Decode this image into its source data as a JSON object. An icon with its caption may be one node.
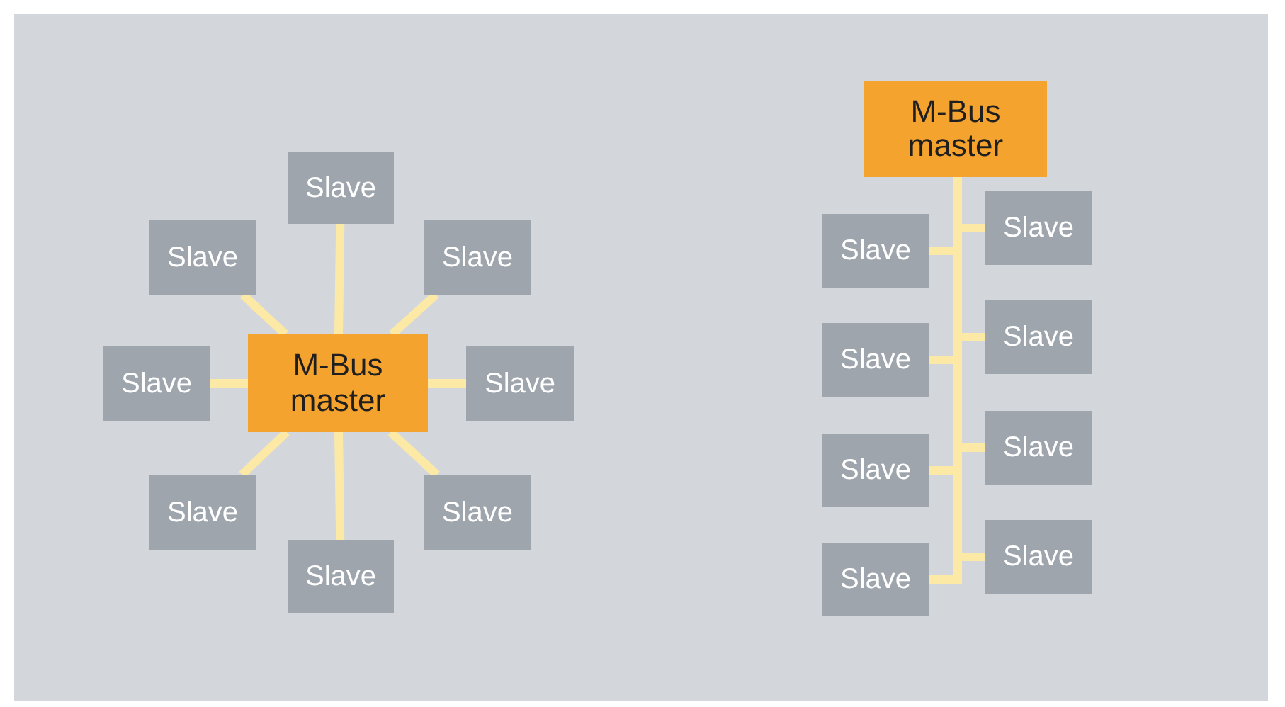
{
  "diagram": {
    "nodes": [
      {
        "text": [
          "M-Bus master"
        ]
      },
      {
        "text": [
          "Slave"
        ]
      },
      {
        "text": [
          "Slave"
        ]
      },
      {
        "text": [
          "Slave"
        ]
      },
      {
        "text": [
          "Slave"
        ]
      },
      {
        "text": [
          "Slave"
        ]
      },
      {
        "text": [
          "Slave"
        ]
      },
      {
        "text": [
          "Slave"
        ]
      },
      {
        "text": [
          "Slave"
        ]
      },
      {
        "text": [
          "M-Bus master"
        ]
      },
      {
        "text": [
          "Slave"
        ]
      },
      {
        "text": [
          "Slave"
        ]
      },
      {
        "text": [
          "Slave"
        ]
      },
      {
        "text": [
          "Slave"
        ]
      },
      {
        "text": [
          "Slave"
        ]
      },
      {
        "text": [
          "Slave"
        ]
      },
      {
        "text": [
          "Slave"
        ]
      },
      {
        "text": [
          "Slave"
        ]
      }
    ],
    "edges": [
      {
        "from": 0,
        "to": 1,
        "arrow": "none"
      },
      {
        "from": 0,
        "to": 2,
        "arrow": "none"
      },
      {
        "from": 0,
        "to": 3,
        "arrow": "none"
      },
      {
        "from": 0,
        "to": 4,
        "arrow": "none"
      },
      {
        "from": 0,
        "to": 5,
        "arrow": "none"
      },
      {
        "from": 0,
        "to": 6,
        "arrow": "none"
      },
      {
        "from": 0,
        "to": 7,
        "arrow": "none"
      },
      {
        "from": 0,
        "to": 8,
        "arrow": "none"
      },
      {
        "from": 9,
        "to": 10,
        "arrow": "none"
      },
      {
        "from": 9,
        "to": 11,
        "arrow": "none"
      },
      {
        "from": 9,
        "to": 12,
        "arrow": "none"
      },
      {
        "from": 9,
        "to": 13,
        "arrow": "none"
      },
      {
        "from": 9,
        "to": 14,
        "arrow": "none"
      },
      {
        "from": 9,
        "to": 15,
        "arrow": "none"
      },
      {
        "from": 9,
        "to": 16,
        "arrow": "none"
      },
      {
        "from": 9,
        "to": 17,
        "arrow": "none"
      }
    ]
  }
}
